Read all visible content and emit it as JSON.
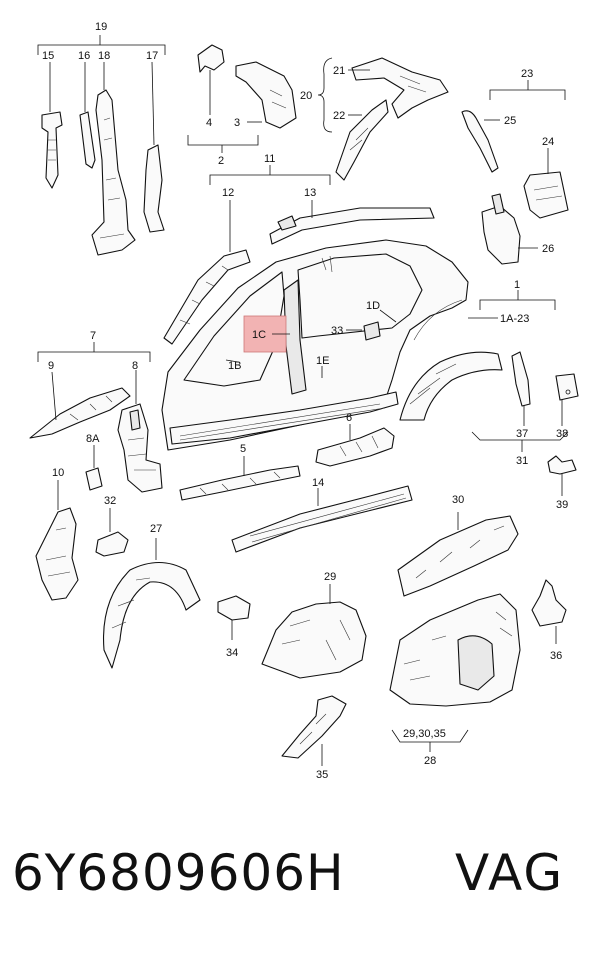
{
  "labels": {
    "l19": "19",
    "l15": "15",
    "l16": "16",
    "l18": "18",
    "l17": "17",
    "l4": "4",
    "l3": "3",
    "l2": "2",
    "l21": "21",
    "l20": "20",
    "l22": "22",
    "l23": "23",
    "l25": "25",
    "l24": "24",
    "l26": "26",
    "l11": "11",
    "l12": "12",
    "l13": "13",
    "l1": "1",
    "l1D": "1D",
    "l1A23": "1A-23",
    "l33": "33",
    "l1C": "1C",
    "l1B": "1B",
    "l1E": "1E",
    "l7": "7",
    "l9": "9",
    "l8": "8",
    "l8A": "8A",
    "l6": "6",
    "l37": "37",
    "l38": "38",
    "l31": "31",
    "l39": "39",
    "l5": "5",
    "l10": "10",
    "l32": "32",
    "l14": "14",
    "l27": "27",
    "l30": "30",
    "l29": "29",
    "l34": "34",
    "l36": "36",
    "l35": "35",
    "l293035": "29,30,35",
    "l28": "28"
  },
  "highlight_color": "#f2b3b3",
  "footer": {
    "part_number": "6Y6809606H",
    "brand": "VAG"
  }
}
